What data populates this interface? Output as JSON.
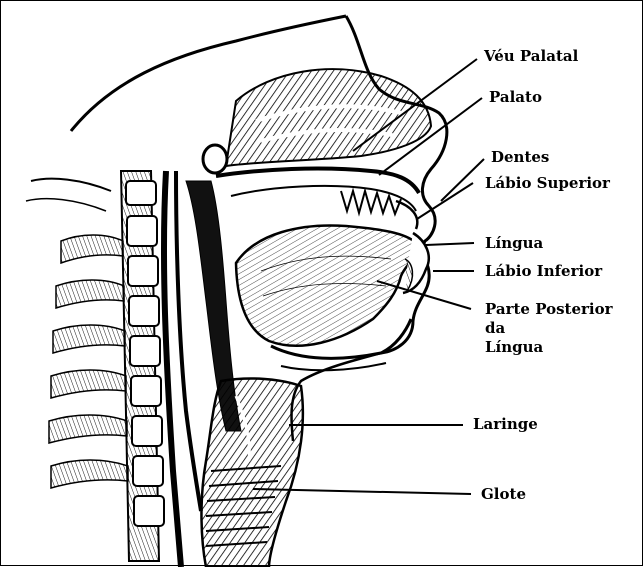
{
  "labels": {
    "veu_palatal": "Véu Palatal",
    "palato": "Palato",
    "dentes": "Dentes",
    "labio_superior": "Lábio Superior",
    "lingua": "Língua",
    "labio_inferior": "Lábio Inferior",
    "parte_posterior_line1": "Parte Posterior da",
    "parte_posterior_line2": "Língua",
    "laringe": "Laringe",
    "glote": "Glote"
  },
  "colors": {
    "ink": "#000000",
    "background": "#ffffff"
  }
}
